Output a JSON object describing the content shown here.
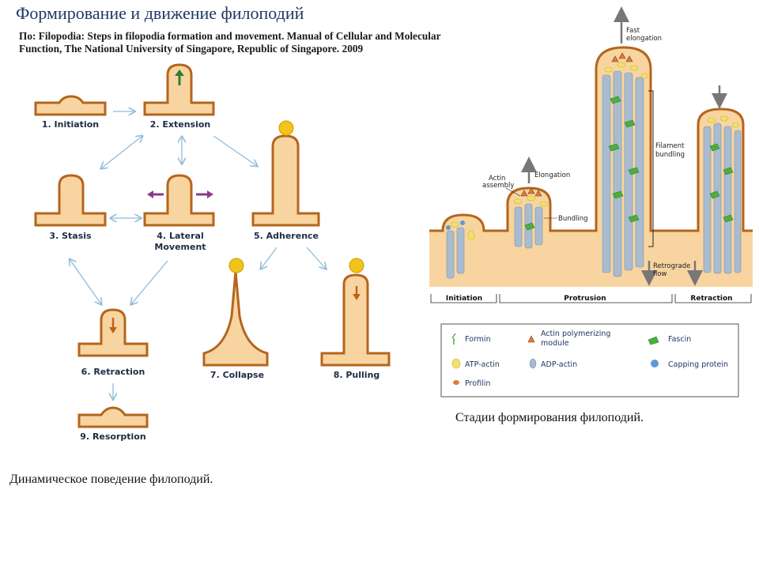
{
  "title": "Формирование и движение филоподий",
  "citation": "По: Filopodia: Steps in filopodia formation and movement. Manual of Cellular and Molecular Function, The National University of Singapore, Republic of Singapore. 2009",
  "left_diagram": {
    "steps": [
      "1. Initiation",
      "2. Extension",
      "3. Stasis",
      "4. Lateral",
      "Movement",
      "5. Adherence",
      "6. Retraction",
      "7. Collapse",
      "8. Pulling",
      "9. Resorption"
    ],
    "caption": "Динамическое поведение филоподий."
  },
  "right_diagram": {
    "labels": {
      "fast_elongation_1": "Fast",
      "fast_elongation_2": "elongation",
      "elongation": "Elongation",
      "actin_assembly_1": "Actin",
      "actin_assembly_2": "assembly",
      "bundling": "Bundling",
      "filament_bundling_1": "Filament",
      "filament_bundling_2": "bundling",
      "retrograde_flow_1": "Retrograde",
      "retrograde_flow_2": "flow"
    },
    "stages": [
      "Initiation",
      "Protrusion",
      "Retraction"
    ],
    "legend": {
      "formin": "Formin",
      "apm_1": "Actin polymerizing",
      "apm_2": "module",
      "fascin": "Fascin",
      "atp_actin": "ATP-actin",
      "adp_actin": "ADP-actin",
      "capping": "Capping protein",
      "profilin": "Profilin"
    },
    "colors": {
      "membrane": "#b5651d",
      "cytoplasm": "#f8d5a0",
      "atp_actin": "#f3e06a",
      "adp_actin": "#a9bccf",
      "fascin": "#4caf3c",
      "capping": "#5b9bd5",
      "arrow": "#8fbcd8",
      "lateral": "#8b3a8b",
      "adhesion": "#f2c318"
    },
    "caption": "Стадии формирования филоподий."
  }
}
